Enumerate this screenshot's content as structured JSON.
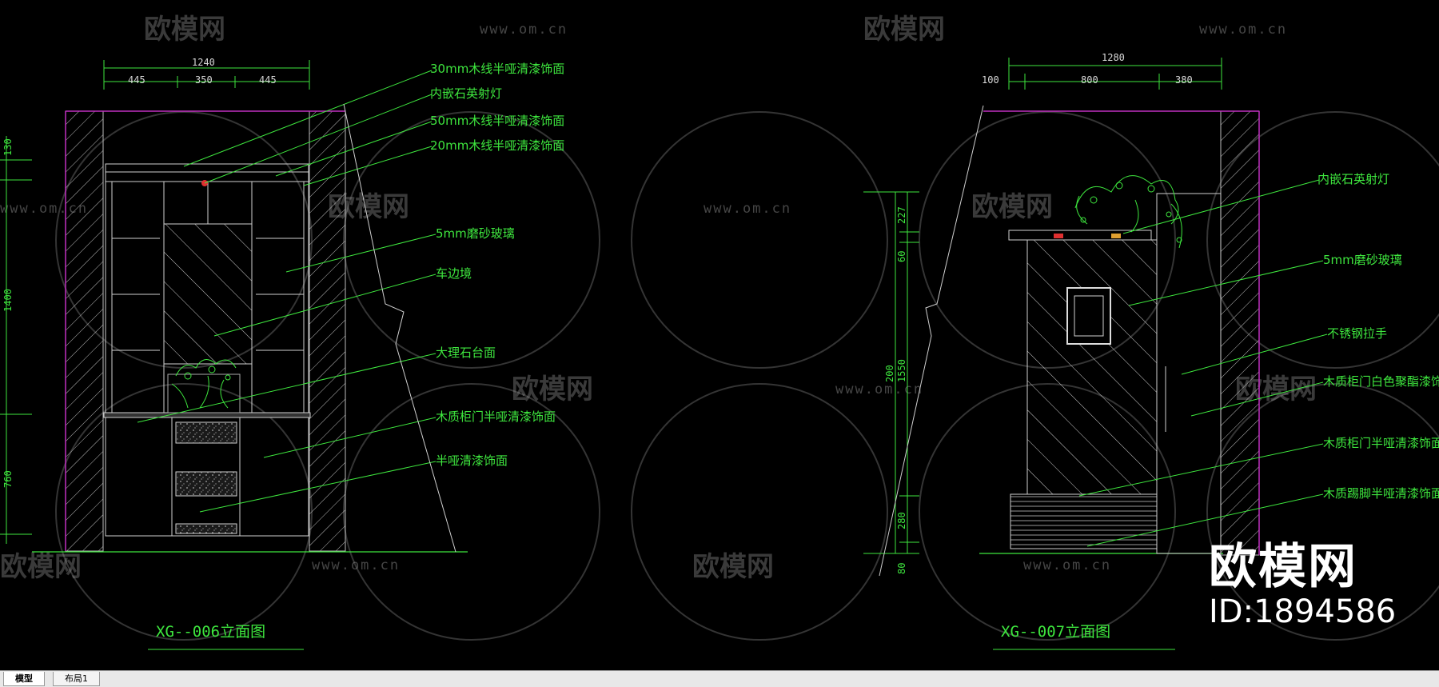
{
  "watermark": {
    "brand": "欧模网",
    "url": "www.om.cn"
  },
  "drawing_left": {
    "title": "XG--006立面图",
    "dims_top": {
      "total": "1240",
      "left": "445",
      "mid": "350",
      "right": "445"
    },
    "dims_side": {
      "top": "130",
      "mid": "1400",
      "bottom": "760"
    },
    "labels": [
      "30mm木线半哑清漆饰面",
      "内嵌石英射灯",
      "50mm木线半哑清漆饰面",
      "20mm木线半哑清漆饰面",
      "5mm磨砂玻璃",
      "车边境",
      "大理石台面",
      "木质柜门半哑清漆饰面",
      "半哑清漆饰面"
    ]
  },
  "drawing_right": {
    "title": "XG--007立面图",
    "dims_top": {
      "total": "1280",
      "left": "100",
      "mid": "800",
      "right": "380"
    },
    "dims_side": {
      "overall": "200",
      "d1": "227",
      "d2": "60",
      "d3": "1550",
      "d4": "280",
      "d5": "80"
    },
    "labels": [
      "内嵌石英射灯",
      "5mm磨砂玻璃",
      "不锈钢拉手",
      "木质柜门白色聚酯漆饰",
      "木质柜门半哑清漆饰面",
      "木质踢脚半哑清漆饰面"
    ]
  },
  "brand_overlay": {
    "name": "欧模网",
    "id": "ID:1894586"
  },
  "tabs": [
    {
      "label": "模型",
      "active": true
    },
    {
      "label": "布局1",
      "active": false
    }
  ]
}
